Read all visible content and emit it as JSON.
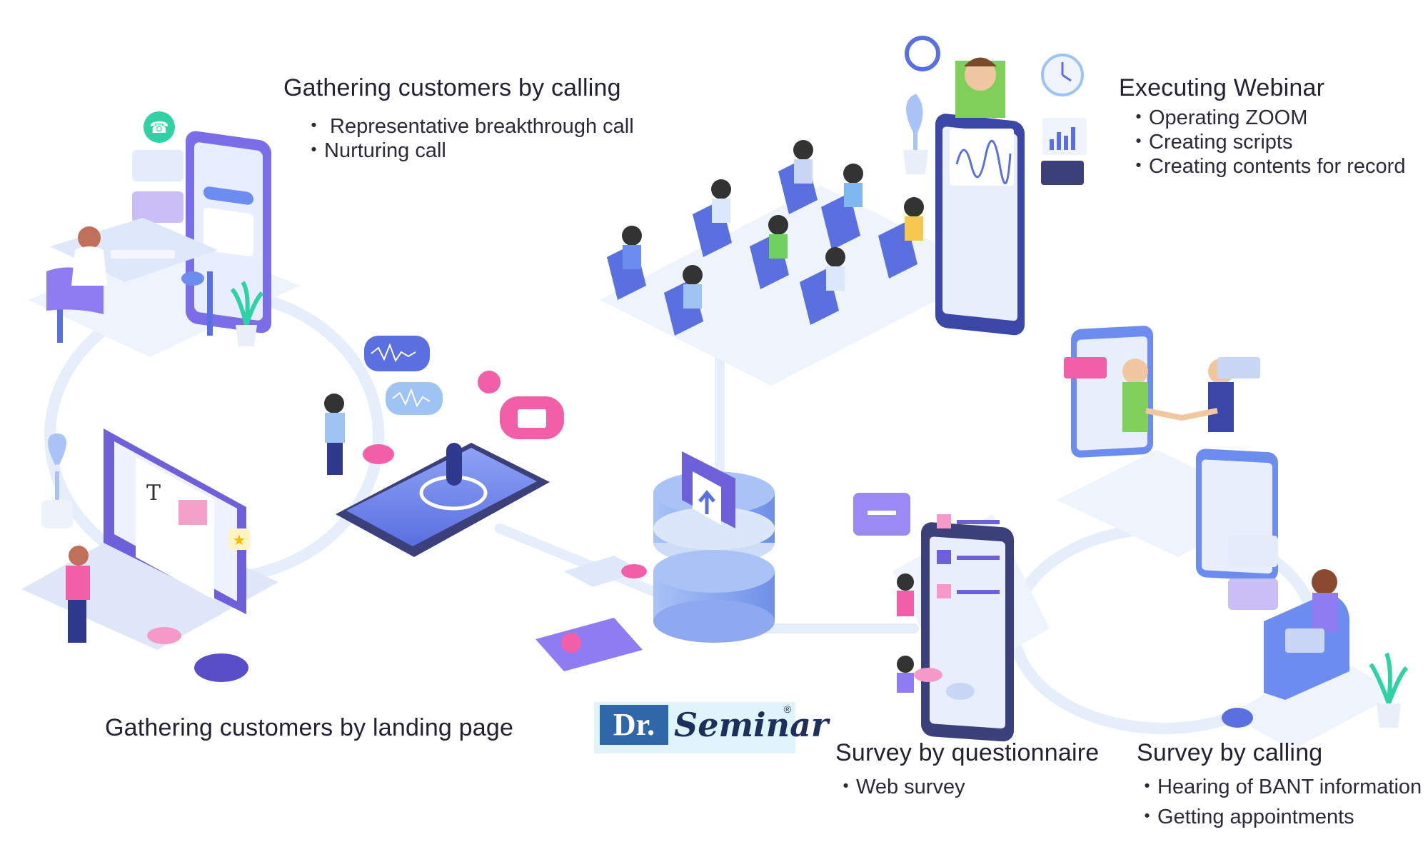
{
  "sections": {
    "calling": {
      "title": "Gathering customers by calling",
      "items": [
        "・ Representative breakthrough call",
        "・Nurturing call"
      ]
    },
    "webinar": {
      "title": "Executing Webinar",
      "items": [
        "・Operating ZOOM",
        "・Creating scripts",
        "・Creating contents for record"
      ]
    },
    "landing": {
      "title": "Gathering customers by landing page"
    },
    "questionnaire": {
      "title": "Survey by questionnaire",
      "items": [
        "・Web survey"
      ]
    },
    "survey_calling": {
      "title": "Survey by calling",
      "items": [
        "・Hearing of BANT information",
        "・Getting appointments"
      ]
    }
  },
  "logo": {
    "dr": "Dr.",
    "brand": "Seminar",
    "reg": "®"
  },
  "colors": {
    "primary": "#5a6fe0",
    "purple": "#8e7cf0",
    "pink": "#f05fa8",
    "light_blue": "#e4ecfb",
    "green": "#2fd1a5"
  }
}
